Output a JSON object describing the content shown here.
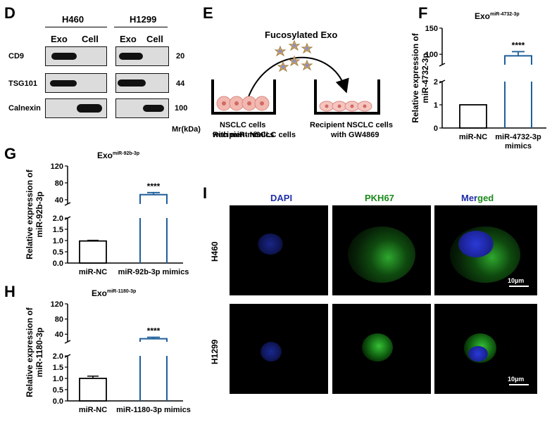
{
  "panels": {
    "D": {
      "label": "D",
      "cell_lines": [
        "H460",
        "H1299"
      ],
      "columns": [
        "Exo",
        "Cell",
        "Exo",
        "Cell"
      ],
      "proteins": [
        {
          "name": "CD9",
          "mw": "20"
        },
        {
          "name": "TSG101",
          "mw": "44"
        },
        {
          "name": "Calnexin",
          "mw": "100"
        }
      ],
      "unit": "Mr(kDa)"
    },
    "E": {
      "label": "E",
      "top": "Fucosylated Exo",
      "left_line1": "NSCLC cells",
      "left_line2": "with miR-mimics",
      "right_line1": "Recipient NSCLC cells",
      "right_line2": "with GW4869"
    },
    "F": {
      "label": "F",
      "title_main": "Exo",
      "title_sup": "miR-4732-3p"
    },
    "G": {
      "label": "G",
      "title_main": "Exo",
      "title_sup": "miR-92b-3p"
    },
    "H": {
      "label": "H",
      "title_main": "Exo",
      "title_sup": "miR-1180-3p"
    },
    "I": {
      "label": "I",
      "cols": [
        "DAPI",
        "PKH67",
        "Mer",
        "ged"
      ],
      "rows": [
        "H460",
        "H1299"
      ],
      "scale": "10µm",
      "colors": {
        "dapi": "#1f2fa8",
        "pkh": "#1a8a1a"
      }
    }
  },
  "chart_data": [
    {
      "type": "bar",
      "panel": "F",
      "categories": [
        "miR-NC",
        "miR-4732-3p mimics"
      ],
      "values": [
        1,
        97
      ],
      "error": [
        0,
        8
      ],
      "ylabel": "Relative expression of miR-4732-3p",
      "lower_ticks": [
        "0",
        "1",
        "2"
      ],
      "upper_ticks": [
        "100",
        "150"
      ],
      "ylim_lower": [
        0,
        2
      ],
      "ylim_upper": [
        80,
        150
      ],
      "significance": "****",
      "colors": [
        "#000000",
        "#1f5f9a"
      ]
    },
    {
      "type": "bar",
      "panel": "G",
      "categories": [
        "miR-NC",
        "miR-92b-3p mimics"
      ],
      "values": [
        0.98,
        52
      ],
      "error": [
        0.03,
        5
      ],
      "ylabel": "Relative expression of miR-92b-3p",
      "lower_ticks": [
        "0.0",
        "0.5",
        "1.0",
        "1.5",
        "2.0"
      ],
      "upper_ticks": [
        "40",
        "80",
        "120"
      ],
      "ylim_lower": [
        0,
        2
      ],
      "ylim_upper": [
        30,
        120
      ],
      "significance": "****",
      "colors": [
        "#000000",
        "#1f5f9a"
      ]
    },
    {
      "type": "bar",
      "panel": "H",
      "categories": [
        "miR-NC",
        "miR-1180-3p mimics"
      ],
      "values": [
        1.0,
        28
      ],
      "error": [
        0.1,
        4
      ],
      "ylabel": "Relative expression of miR-1180-3p",
      "lower_ticks": [
        "0.0",
        "0.5",
        "1.0",
        "1.5",
        "2.0"
      ],
      "upper_ticks": [
        "40",
        "80",
        "120"
      ],
      "ylim_lower": [
        0,
        2
      ],
      "ylim_upper": [
        20,
        120
      ],
      "significance": "****",
      "colors": [
        "#000000",
        "#1f5f9a"
      ]
    }
  ]
}
